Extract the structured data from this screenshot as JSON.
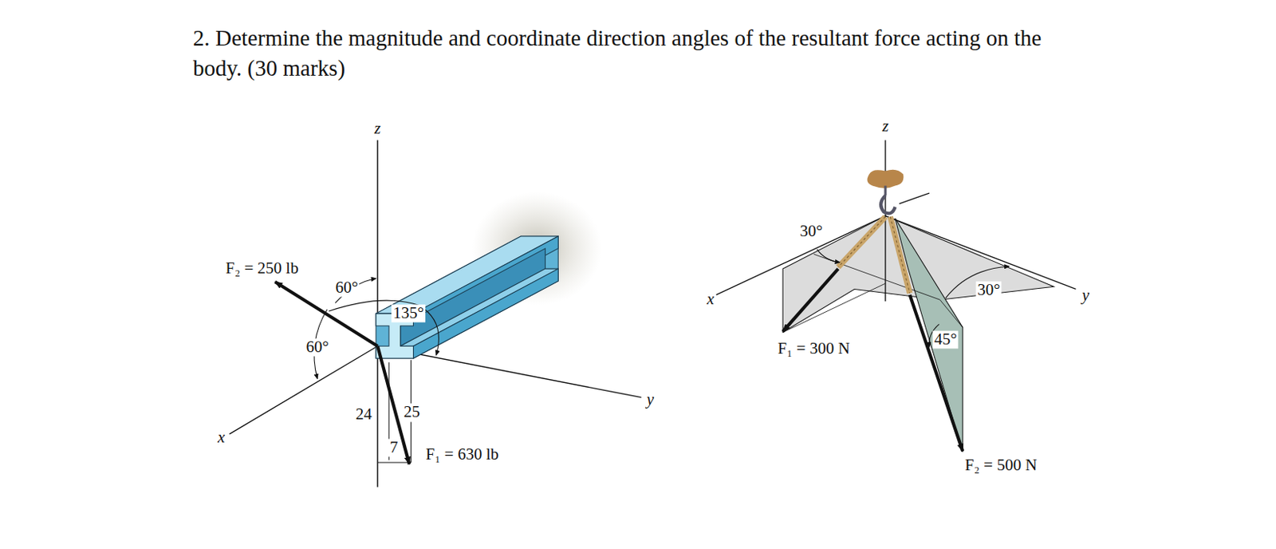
{
  "diagram": {
    "title": "2. Determine the magnitude and coordinate direction angles of the resultant force acting on the body. (30 marks)",
    "labels": [
      "z",
      "F₂ = 250 lb",
      "60°",
      "135°",
      "60°",
      "x",
      "24",
      "25",
      "7",
      "F₁ = 630 lb",
      "y",
      "z",
      "30°",
      "x",
      "F₁ = 300 N",
      "30°",
      "y",
      "45°",
      "F₂ = 500 N"
    ]
  }
}
